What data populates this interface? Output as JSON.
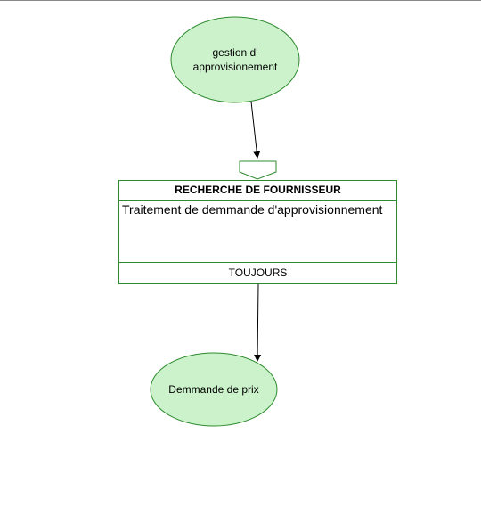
{
  "colors": {
    "node_fill": "#ccf2cc",
    "node_stroke": "#2e8b2e",
    "arrow": "#000000"
  },
  "start_event": {
    "line1": "gestion d'",
    "line2": "approvisionement"
  },
  "process": {
    "title": "RECHERCHE DE FOURNISSEUR",
    "description": "Traitement de demmande d'approvisionnement",
    "condition": "TOUJOURS"
  },
  "end_event": {
    "label": "Demmande de prix"
  }
}
